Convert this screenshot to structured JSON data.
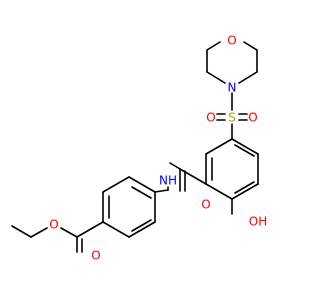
{
  "molecule": {
    "atom_labels": {
      "morpholine_o": "O",
      "morpholine_n": "N",
      "sulfonyl_s": "S",
      "sulfonyl_o_left": "O",
      "sulfonyl_o_right": "O",
      "amide_nh": "NH",
      "amide_o": "O",
      "phenol_oh": "OH",
      "ester_o_carbonyl": "O",
      "ester_o_ether": "O"
    },
    "colors": {
      "bond": "#000000",
      "oxygen": "#ff0000",
      "nitrogen": "#0000ff",
      "sulfur": "#b8a000"
    }
  }
}
